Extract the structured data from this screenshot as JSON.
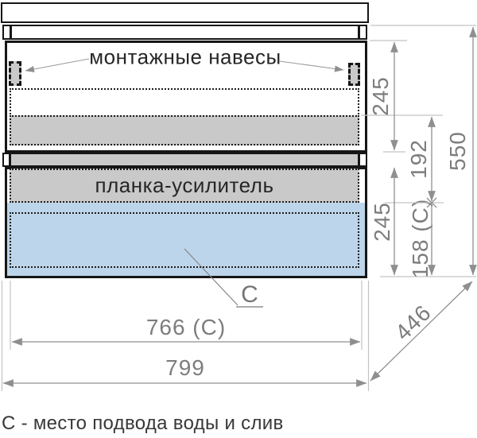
{
  "diagram": {
    "annotations": {
      "mounting_hangers_label": "монтажные навесы",
      "reinforcement_bar_label": "планка-усилитель",
      "c_marker": "С"
    },
    "dimensions": {
      "upper_drawer_height_mm": "245",
      "gap_height_mm": "192",
      "lower_drawer_height_mm": "245",
      "c_zone_height_mm": "158 (С)",
      "total_height_mm": "550",
      "inner_width_mm": "766 (С)",
      "total_width_mm": "799",
      "depth_mm": "446"
    },
    "caption": "С - место подвода воды и слив",
    "colors": {
      "panel_gray": "#c9c9c9",
      "c_zone_blue": "#bdd5ea",
      "outline_black": "#161616",
      "dimension_gray": "#7d7d7d"
    }
  }
}
